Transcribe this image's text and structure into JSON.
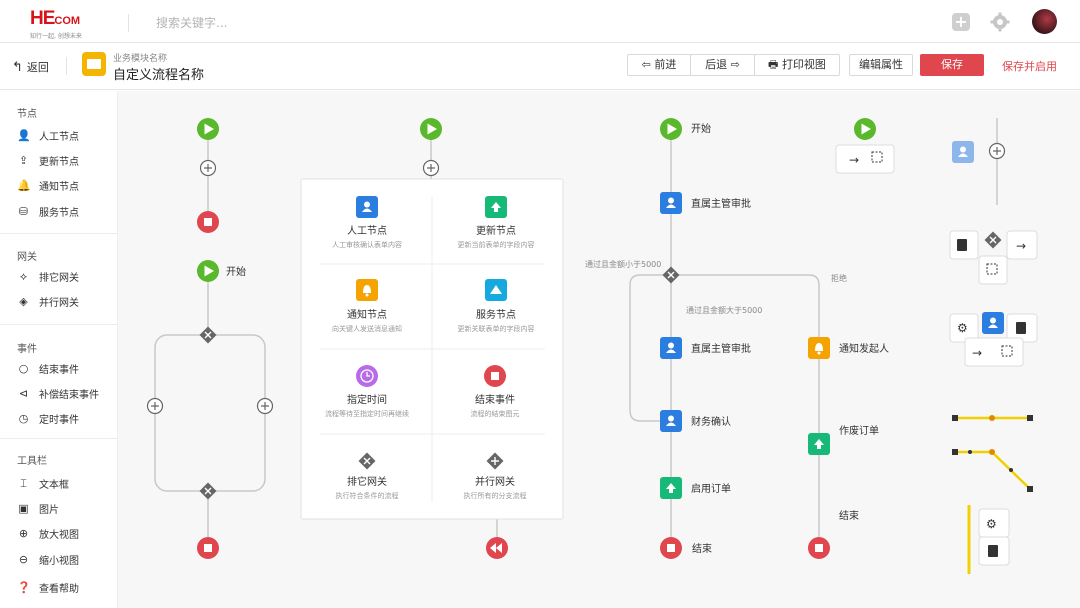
{
  "topbar": {
    "logo_text": "HE",
    "logo_small": "COM",
    "logo_tagline": "知行一起, 创想未来",
    "search_placeholder": "搜索关键字..."
  },
  "header": {
    "back_label": "返回",
    "module_name": "业务模块名称",
    "flow_name": "自定义流程名称",
    "buttons": {
      "forward": "前进",
      "backward": "后退",
      "print": "打印视图",
      "edit": "编辑属性",
      "save": "保存",
      "save_enable": "保存并启用"
    }
  },
  "sidebar": {
    "nodes_title": "节点",
    "nodes": [
      "人工节点",
      "更新节点",
      "通知节点",
      "服务节点"
    ],
    "gateways_title": "网关",
    "gateways": [
      "排它网关",
      "并行网关"
    ],
    "events_title": "事件",
    "events": [
      "结束事件",
      "补偿结束事件",
      "定时事件"
    ],
    "toolbar_title": "工具栏",
    "tools": [
      "文本框",
      "图片",
      "放大视图",
      "缩小视图",
      "查看帮助"
    ]
  },
  "canvas": {
    "start_label": "开始",
    "palette": [
      {
        "title": "人工节点",
        "desc": "人工审核确认表单内容",
        "color": "#2b7de0"
      },
      {
        "title": "更新节点",
        "desc": "更新当前表单的字段内容",
        "color": "#17b978"
      },
      {
        "title": "通知节点",
        "desc": "向关键人发送消息通知",
        "color": "#f5a300"
      },
      {
        "title": "服务节点",
        "desc": "更新关联表单的字段内容",
        "color": "#16a9e0"
      },
      {
        "title": "指定时间",
        "desc": "流程等待至指定时间再继续",
        "color": "#b86ae8"
      },
      {
        "title": "结束事件",
        "desc": "流程的结束图元",
        "color": "#e0464e"
      },
      {
        "title": "排它网关",
        "desc": "执行符合条件的流程",
        "color": "#666666"
      },
      {
        "title": "并行网关",
        "desc": "执行所有的分支流程",
        "color": "#666666"
      }
    ],
    "flow": {
      "start": "开始",
      "approve1": "直属主管审批",
      "cond_low": "通过且金额小于5000",
      "cond_high": "通过且金额大于5000",
      "reject": "拒绝",
      "approve2": "直属主管审批",
      "notify": "通知发起人",
      "finance": "财务确认",
      "void_order": "作废订单",
      "enable_order": "启用订单",
      "end_left": "结束",
      "end_right": "结束"
    }
  }
}
